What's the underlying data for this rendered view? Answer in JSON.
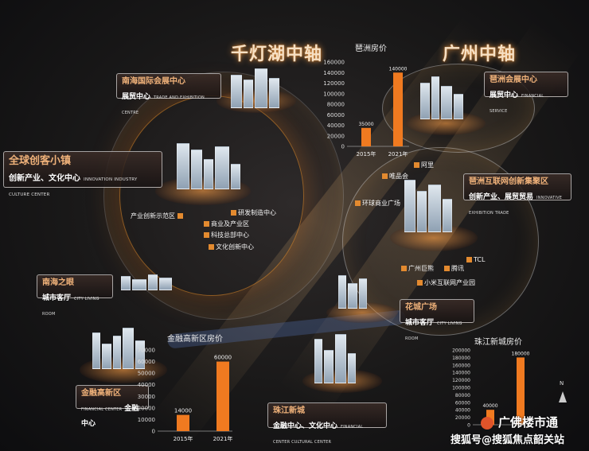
{
  "headlines": {
    "qiandeng": "千灯湖中轴",
    "guangzhou": "广州中轴"
  },
  "tags": {
    "nanhai_expo": {
      "title": "南海国际会展中心",
      "sub": "展贸中心",
      "en": "TRADE AND EXHIBITION CENTRE"
    },
    "global_town": {
      "title": "全球创客小镇",
      "sub": "创新产业、文化中心",
      "en": "INNOVATION INDUSTRY CULTURE CENTER"
    },
    "nanhai_eye": {
      "title": "南海之眼",
      "sub": "城市客厅",
      "en": "CITY LIVING ROOM"
    },
    "financial": {
      "title": "金融高新区",
      "sub": "金融中心",
      "en": "FINANCIAL CENTER"
    },
    "zhujiang": {
      "title": "珠江新城",
      "sub": "金融中心、文化中心",
      "en": "FINANCIAL CENTER CULTURAL CENTER"
    },
    "pazhou_expo": {
      "title": "琶洲会展中心",
      "sub": "展贸中心",
      "en": "FINANCIAL SERVICE"
    },
    "pazhou_internet": {
      "title": "琶洲互联网创新集聚区",
      "sub": "创新产业、展贸贸易",
      "en": "INNOVATIVE EXHIBITION TRADE"
    },
    "huacheng": {
      "title": "花城广场",
      "sub": "城市客厅",
      "en": "CITY LIVING ROOM"
    }
  },
  "labels": {
    "demo_zone": "产业创新示范区",
    "rd_center": "研发制造中心",
    "business": "商业及产业区",
    "tech_hq": "科技总部中心",
    "culture_center": "文化创新中心",
    "alibaba": "阿里",
    "vipshop": "唯品会",
    "huanhui": "环球商业广场",
    "guangzhou_sw": "广州巨熊",
    "tencent": "腾讯",
    "tcl": "TCL",
    "xiaomi": "小米互联网产业园"
  },
  "charts": {
    "pazhou": {
      "title": "琶洲房价",
      "categories": [
        "2015年",
        "2021年"
      ],
      "values": [
        35000,
        140000
      ],
      "value_labels": [
        "35000",
        "140000"
      ],
      "ticks": [
        "0",
        "20000",
        "40000",
        "60000",
        "80000",
        "100000",
        "120000",
        "140000",
        "160000"
      ]
    },
    "finance": {
      "title": "金融高新区房价",
      "categories": [
        "2015年",
        "2021年"
      ],
      "values": [
        14000,
        60000
      ],
      "value_labels": [
        "14000",
        "60000"
      ],
      "ticks": [
        "0",
        "10000",
        "20000",
        "30000",
        "40000",
        "50000",
        "60000",
        "70000"
      ]
    },
    "zhujiang": {
      "title": "珠江新城房价",
      "values": [
        40000,
        180000
      ],
      "value_labels": [
        "40000",
        "180000"
      ],
      "ticks": [
        "0",
        "20000",
        "40000",
        "60000",
        "80000",
        "100000",
        "120000",
        "140000",
        "160000",
        "180000",
        "200000"
      ]
    }
  },
  "chart_data": [
    {
      "type": "bar",
      "title": "琶洲房价",
      "categories": [
        "2015年",
        "2021年"
      ],
      "values": [
        35000,
        140000
      ],
      "ylim": [
        0,
        160000
      ],
      "color": "#f07a20"
    },
    {
      "type": "bar",
      "title": "金融高新区房价",
      "categories": [
        "2015年",
        "2021年"
      ],
      "values": [
        14000,
        60000
      ],
      "ylim": [
        0,
        70000
      ],
      "color": "#f07a20"
    },
    {
      "type": "bar",
      "title": "珠江新城房价",
      "categories": [
        "",
        ""
      ],
      "values": [
        40000,
        180000
      ],
      "ylim": [
        0,
        200000
      ],
      "color": "#f07a20"
    }
  ],
  "compass": "N",
  "watermark": {
    "line1": "广佛楼市通",
    "line2": "搜狐号@搜狐焦点韶关站"
  },
  "colors": {
    "accent": "#f07a20",
    "headline_glow": "#ffaa50"
  }
}
